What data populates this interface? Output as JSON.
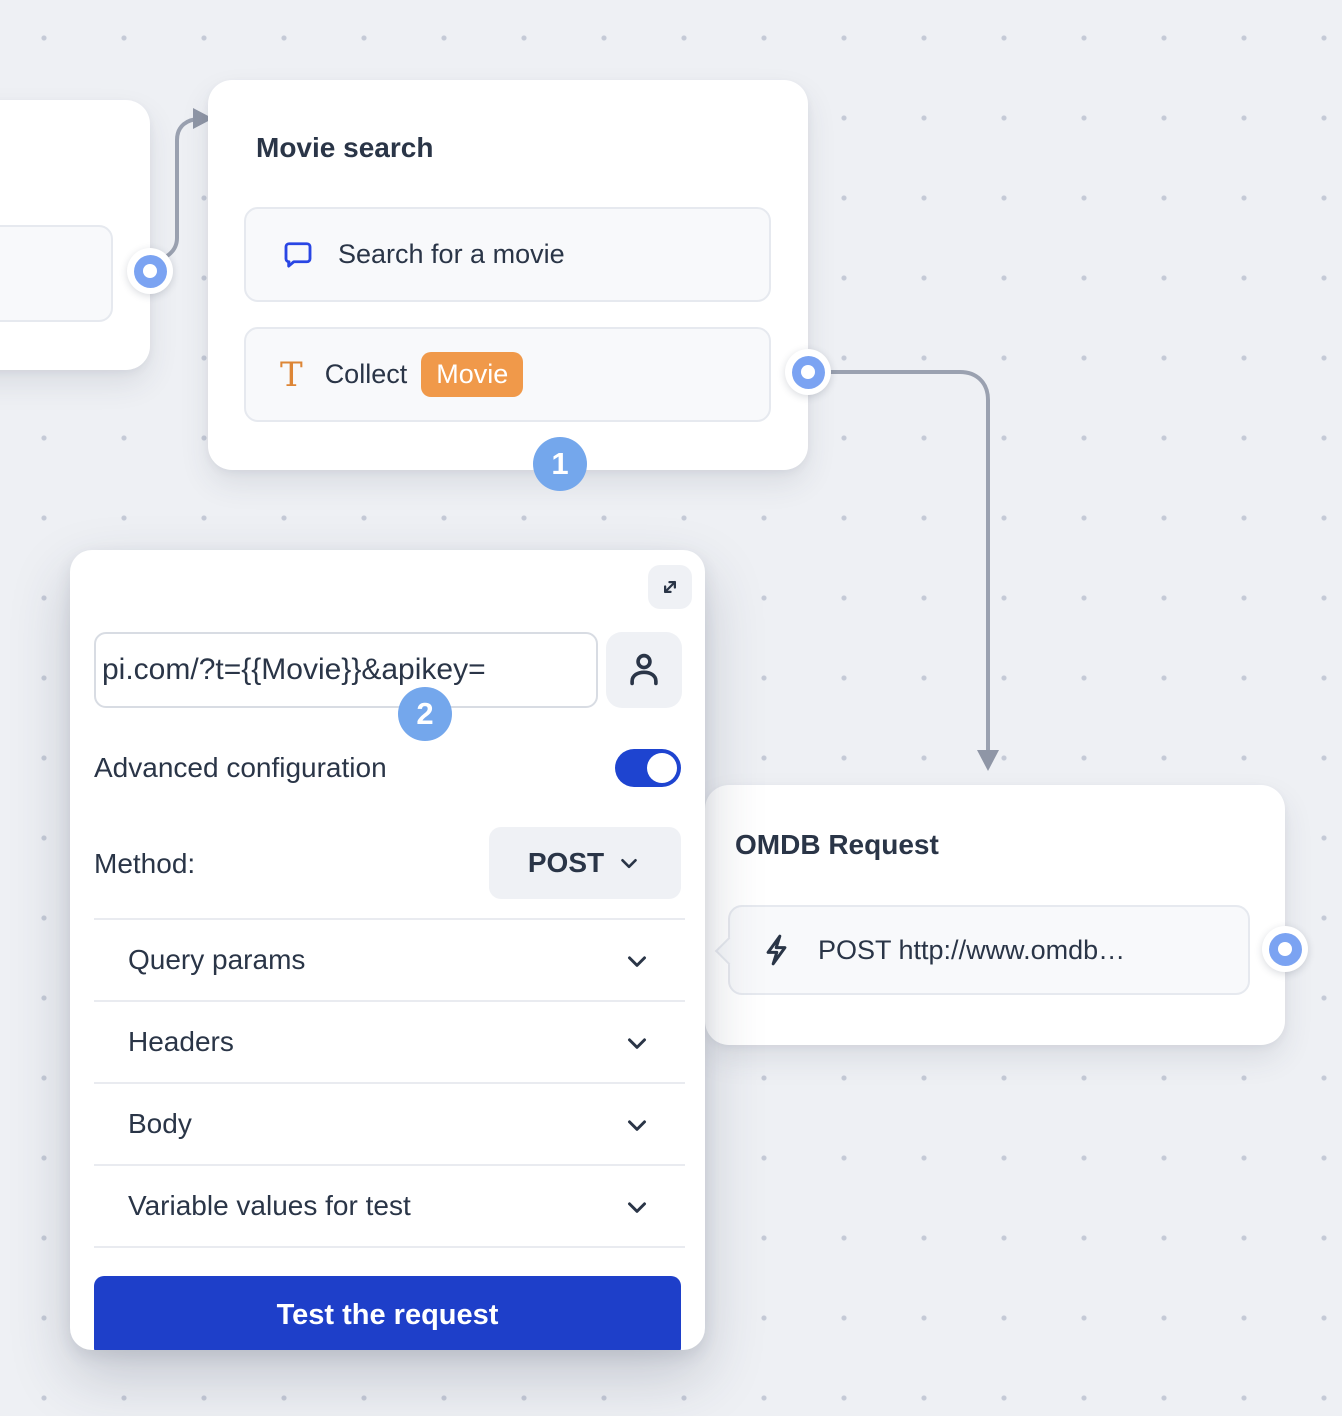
{
  "colors": {
    "canvas_background": "#eef0f4",
    "dot_grid": "#c5cad7",
    "accent_blue": "#2946e4",
    "primary_button_blue": "#1e3fc9",
    "toggle_on_blue": "#1e44d0",
    "step_badge_blue": "#74a7ec",
    "port_blue": "#7ba3f2",
    "variable_badge_orange": "#f0994a",
    "connector_gray": "#9aa1b0",
    "text_dark": "#2a3547"
  },
  "nodes": {
    "movie_search": {
      "title": "Movie search",
      "items": [
        {
          "icon": "chat-bubble-icon",
          "label": "Search for a movie"
        },
        {
          "icon": "text-input-icon",
          "label": "Collect",
          "variable_badge": "Movie"
        }
      ]
    },
    "omdb_request": {
      "title": "OMDB Request",
      "items": [
        {
          "icon": "lightning-icon",
          "label": "POST http://www.omdb…"
        }
      ]
    }
  },
  "steps": {
    "step1": "1",
    "step2": "2"
  },
  "request_panel": {
    "expand_icon": "expand-icon",
    "url_field": {
      "value": "pi.com/?t={{Movie}}&apikey="
    },
    "user_button_icon": "person-icon",
    "advanced_configuration_label": "Advanced configuration",
    "advanced_configuration_enabled": true,
    "method_label": "Method:",
    "method_value": "POST",
    "sections": [
      {
        "label": "Query params"
      },
      {
        "label": "Headers"
      },
      {
        "label": "Body"
      },
      {
        "label": "Variable values for test"
      }
    ],
    "test_button_label": "Test the request"
  }
}
